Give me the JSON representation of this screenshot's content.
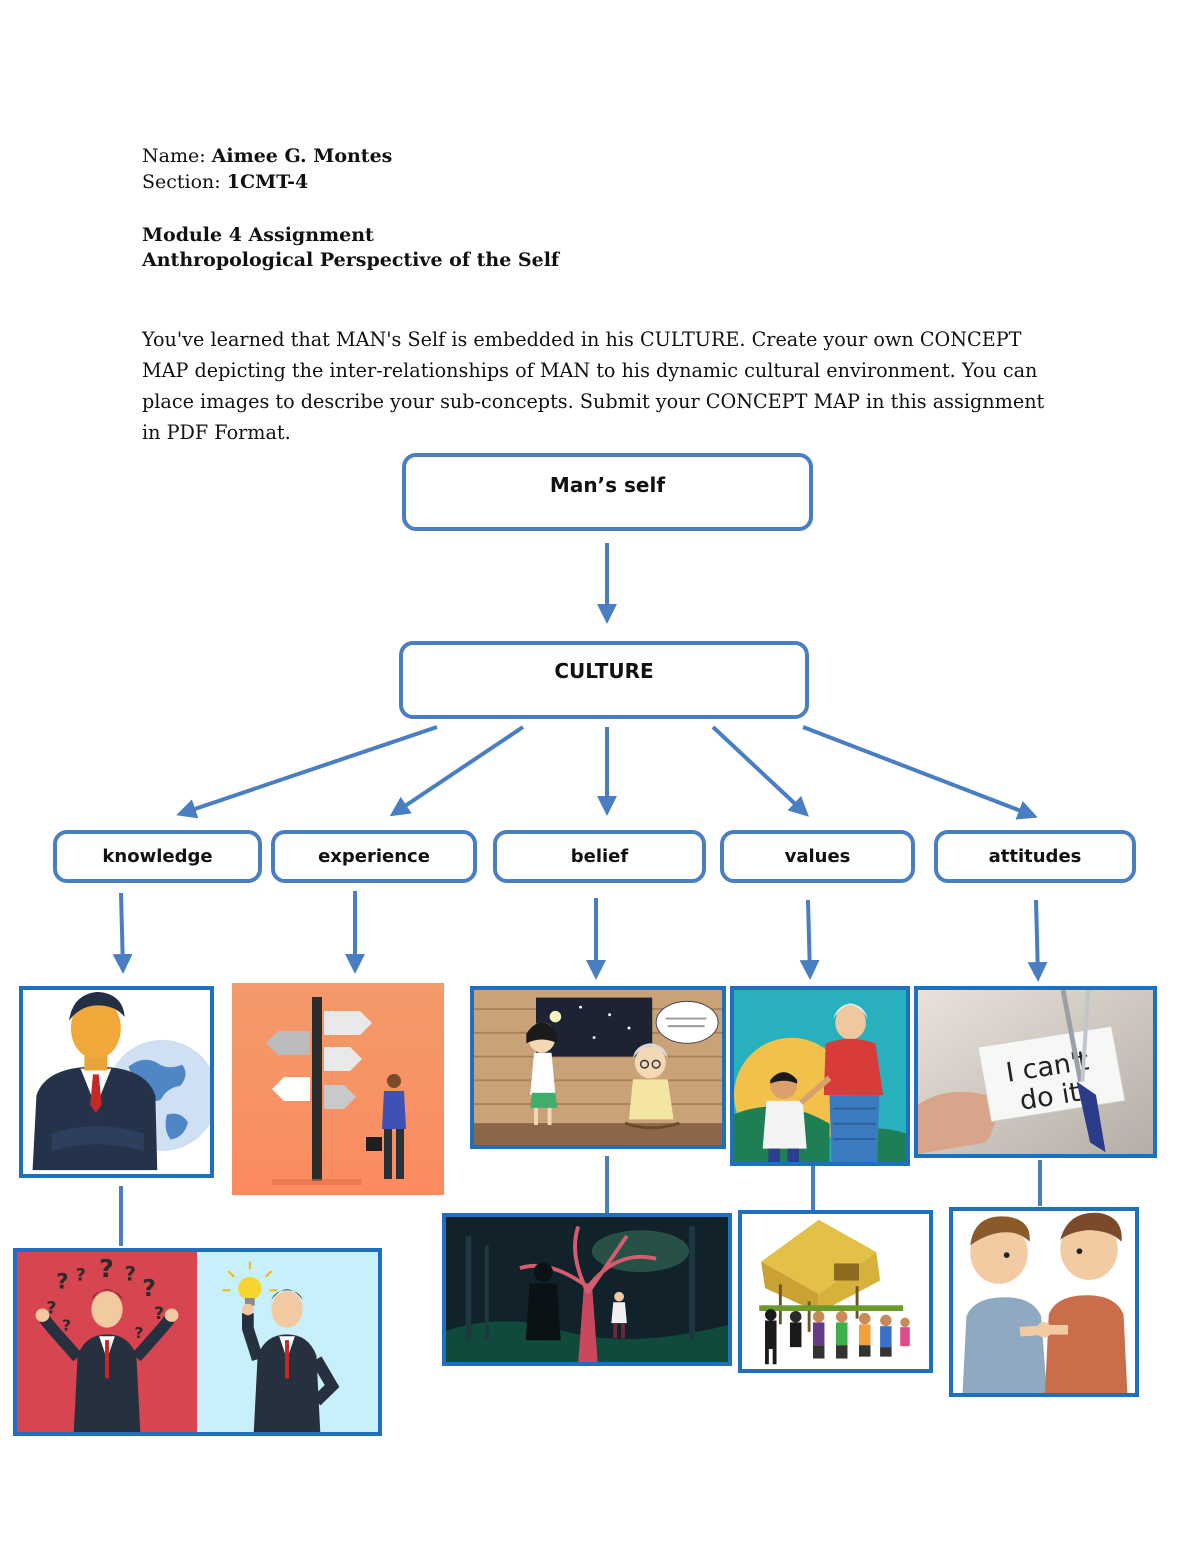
{
  "header": {
    "name_label": "Name: ",
    "name_value": "Aimee G. Montes",
    "section_label": "Section: ",
    "section_value": "1CMT-4",
    "module_title": "Module 4 Assignment",
    "module_subtitle": "Anthropological Perspective of the Self",
    "instructions": "You've learned that MAN's Self is embedded in his CULTURE. Create your own CONCEPT MAP depicting the inter-relationships of MAN to his dynamic cultural environment. You can place images to describe your sub-concepts. Submit your CONCEPT MAP in this assignment in PDF Format."
  },
  "concept_map": {
    "root": "Man’s self",
    "middle": "CULTURE",
    "branches": [
      "knowledge",
      "experience",
      "belief",
      "values",
      "attitudes"
    ]
  },
  "images": {
    "attitudes_note_line1": "I can't",
    "attitudes_note_line2": "do it"
  },
  "colors": {
    "box_border": "#4a7ec2",
    "arrow": "#4a7ec2",
    "frame_border": "#1f6fbf"
  }
}
